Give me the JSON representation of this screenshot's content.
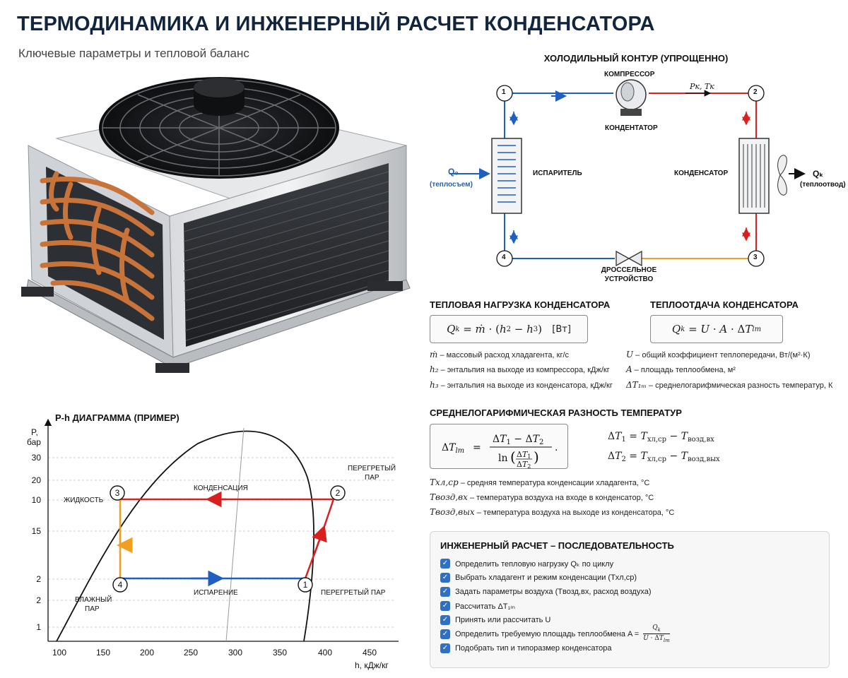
{
  "header": {
    "title": "ТЕРМОДИНАМИКА И ИНЖЕНЕРНЫЙ РАСЧЕТ КОНДЕНСАТОРА",
    "subtitle": "Ключевые параметры и тепловой баланс"
  },
  "circuit": {
    "title": "ХОЛОДИЛЬНЫЙ КОНТУР (УПРОЩЕННО)",
    "compressor": "КОМПРЕССОР",
    "compressor_lower": "КОНДЕНТАТОР",
    "evaporator": "ИСПАРИТЕЛЬ",
    "condenser": "КОНДЕНСАТОР",
    "valve": "ДРОССЕЛЬНОЕ\nУСТРОЙСТВО",
    "pk_tk": "Pк, Tк",
    "q0": "Q₀",
    "q0_note": "(теплосъем)",
    "qk": "Qₖ",
    "qk_note": "(теплоотвод)",
    "nodes": [
      "1",
      "2",
      "3",
      "4"
    ],
    "colors": {
      "cold": "#1f5fbf",
      "hot": "#d92020",
      "liquid": "#f0a020"
    }
  },
  "heat_load": {
    "title": "ТЕПЛОВАЯ НАГРУЗКА КОНДЕНСАТОРА",
    "unit": "[Вт]",
    "defs": [
      {
        "sym": "ṁ",
        "text": " – массовый расход хладагента, кг/с"
      },
      {
        "sym": "h₂",
        "text": " – энтальпия на выходе из компрессора, кДж/кг"
      },
      {
        "sym": "h₃",
        "text": " – энтальпия на выходе из конденсатора, кДж/кг"
      }
    ]
  },
  "heat_transfer": {
    "title": "ТЕПЛООТДАЧА КОНДЕНСАТОРА",
    "defs": [
      {
        "sym": "U",
        "text": " – общий коэффициент теплопередачи, Вт/(м²·К)"
      },
      {
        "sym": "A",
        "text": " – площадь теплообмена, м²"
      },
      {
        "sym": "ΔT₁ₘ",
        "text": " – среднелогарифмическая разность температур, К"
      }
    ]
  },
  "lmtd": {
    "title": "СРЕДНЕЛОГАРИФМИЧЕСКАЯ РАЗНОСТЬ ТЕМПЕРАТУР",
    "defs": [
      {
        "sym": "Tхл,ср",
        "text": " – средняя температура конденсации хладагента, °C"
      },
      {
        "sym": "Tвозд,вх",
        "text": " – температура воздуха на входе в конденсатор, °C"
      },
      {
        "sym": "Tвозд,вых",
        "text": " – температура воздуха на выходе из конденсатора, °C"
      }
    ]
  },
  "steps": {
    "title": "ИНЖЕНЕРНЫЙ РАСЧЕТ – ПОСЛЕДОВАТЕЛЬНОСТЬ",
    "items": [
      "Определить тепловую нагрузку Qₖ по циклу",
      "Выбрать хладагент и режим конденсации (Tхл,ср)",
      "Задать параметры воздуха (Tвозд,вх, расход воздуха)",
      "Рассчитать ΔT₁ₘ",
      "Принять или рассчитать U",
      "Определить требуемую площадь теплообмена A =",
      "Подобрать тип и типоразмер конденсатора"
    ]
  },
  "ph_diagram": {
    "title": "P-h ДИАГРАММА (ПРИМЕР)",
    "ylabel": "P,\nбар",
    "xlabel": "h, кДж/кг",
    "y_ticks": [
      "30",
      "20",
      "10",
      "15",
      "2",
      "2",
      "1"
    ],
    "x_ticks": [
      "100",
      "150",
      "200",
      "250",
      "300",
      "350",
      "400",
      "450"
    ],
    "labels": {
      "liquid": "ЖИДКОСТЬ",
      "condensation": "КОНДЕНСАЦИЯ",
      "superheated_top": "ПЕРЕГРЕТЫЙ\nПАР",
      "evaporation": "ИСПАРЕНИЕ",
      "superheated_bottom": "ПЕРЕГРЕТЫЙ ПАР",
      "wet_vapor": "ВЛАЖНЫЙ\nПАР"
    },
    "states": [
      "1",
      "2",
      "3",
      "4"
    ]
  }
}
